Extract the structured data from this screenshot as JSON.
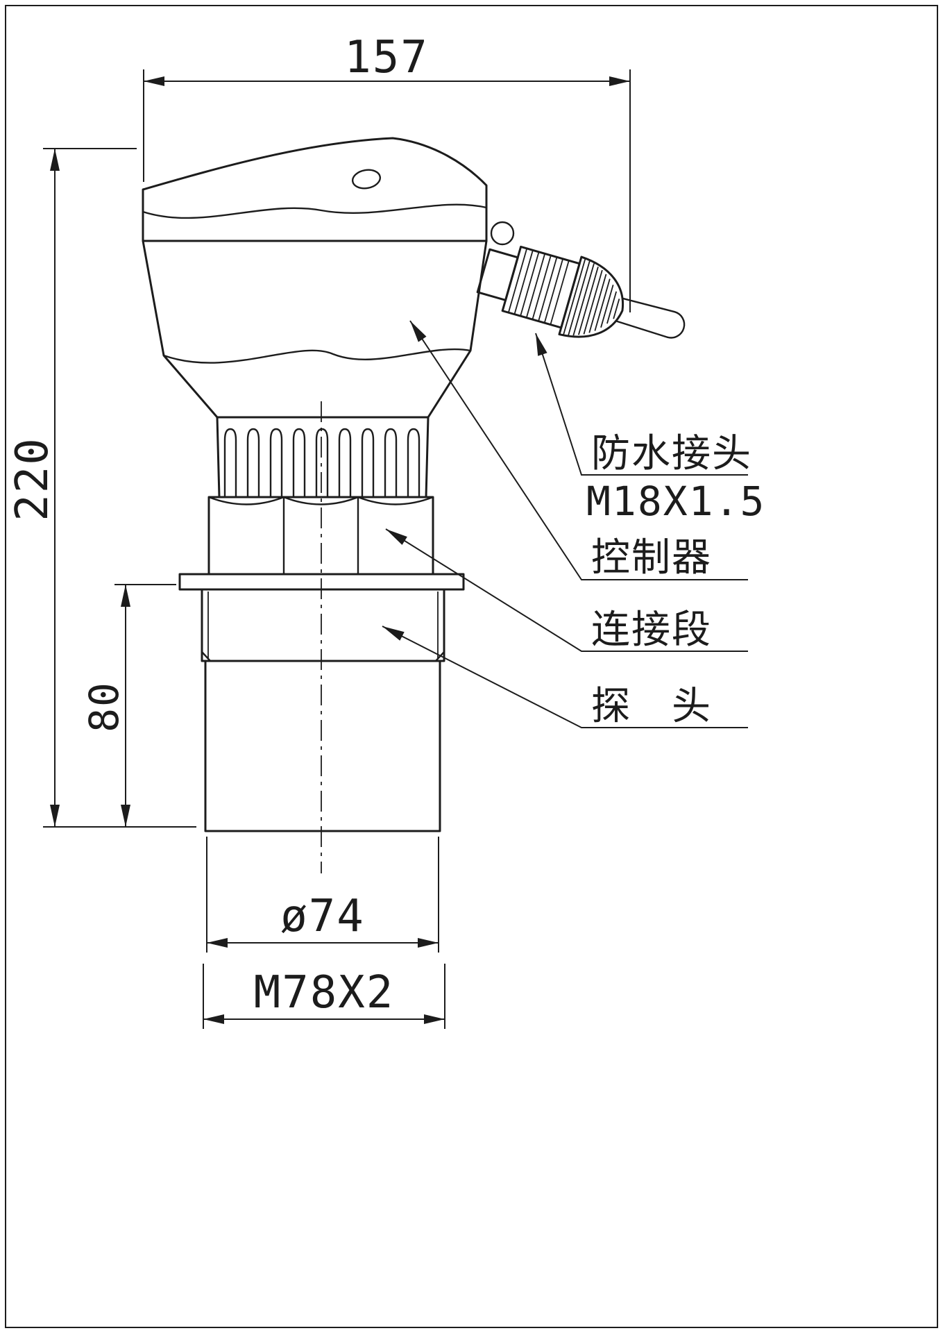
{
  "dimensions": {
    "top_width": "157",
    "overall_height": "220",
    "probe_section_height": "80",
    "probe_diameter": "ø74",
    "mount_thread": "M78X2"
  },
  "callouts": {
    "waterproof_connector": "防水接头",
    "waterproof_connector_thread": "M18X1.5",
    "controller": "控制器",
    "connection_section": "连接段",
    "probe": "探　头"
  },
  "colors": {
    "line": "#1c1c1c",
    "background": "#ffffff"
  }
}
